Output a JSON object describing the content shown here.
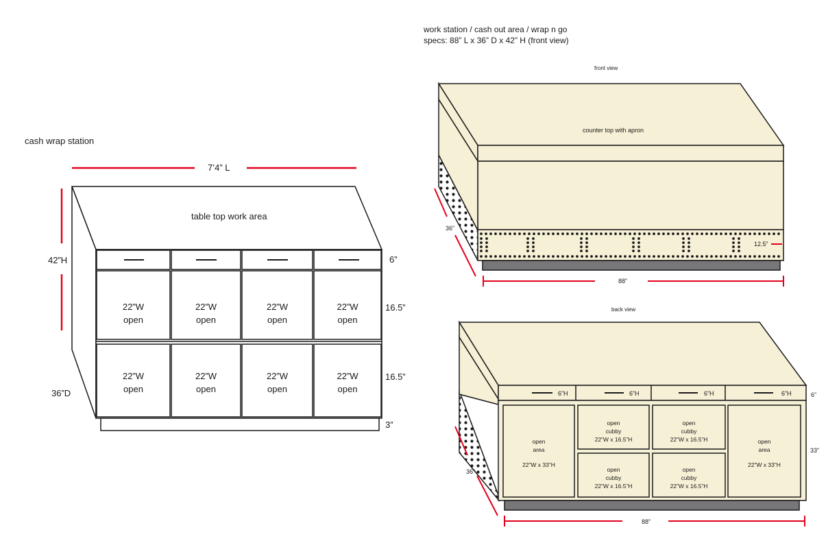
{
  "left": {
    "title": "cash wrap station",
    "length_label": "7’4” L",
    "height_label": "42”H",
    "depth_label": "36”D",
    "top_label": "table top work area",
    "drawer_height_label": "6”",
    "row1_height_label": "16.5”",
    "row2_height_label": "16.5”",
    "base_height_label": "3”",
    "cubby_width": "22”W",
    "cubby_state": "open"
  },
  "right": {
    "title_line1": "work station / cash out area / wrap n go",
    "title_line2": "specs: 88” L x 36” D x 42” H (front view)",
    "front": {
      "title": "front view",
      "top_label": "counter top with apron",
      "depth_label": "36”",
      "length_label": "88”",
      "detail_label": "12.5”"
    },
    "back": {
      "title": "back view",
      "drawer_label": "6”H",
      "drawer_height_label": "6”",
      "body_height_label": "33”",
      "depth_label": "36”",
      "length_label": "88”",
      "open_area": "open",
      "open_area_2": "area",
      "open_area_size": "22”W x 33”H",
      "cubby_1": "open",
      "cubby_2": "cubby",
      "cubby_size": "22”W x 16.5”H"
    }
  },
  "colors": {
    "outline": "#1a1a1a",
    "dimension": "#e4001b",
    "panel": "#f6f0d6",
    "base": "#77777a"
  }
}
